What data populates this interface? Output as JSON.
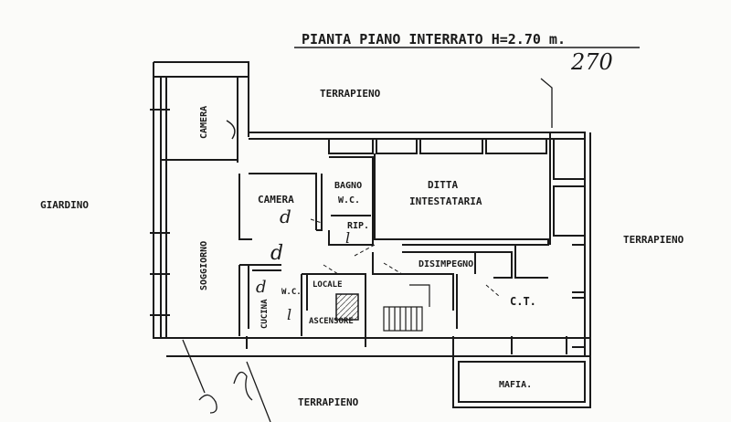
{
  "drawing": {
    "title": "PIANTA PIANO INTERRATO H=2.70 m.",
    "height_note": "270",
    "colors": {
      "ink": "#1a1a1a",
      "paper": "#fbfbf9"
    }
  },
  "rooms": {
    "camera_left": "CAMERA",
    "soggiorno": "SOGGIORNO",
    "camera": "CAMERA",
    "bagno": "BAGNO",
    "wc_top": "W.C.",
    "rip": "RIP.",
    "ditta": "DITTA",
    "intestataria": "INTESTATARIA",
    "disimpegno": "DISIMPEGNO",
    "cucina": "CUCINA",
    "wc_bottom": "W.C.",
    "locale": "LOCALE",
    "ascensore": "ASCENSORE",
    "ct": "C.T.",
    "mafia": "MAFIA."
  },
  "surroundings": {
    "giardino": "GIARDINO",
    "terrapieno_top": "TERRAPIENO",
    "terrapieno_right": "TERRAPIENO",
    "terrapieno_bottom": "TERRAPIENO"
  },
  "handwritten": {
    "mark_camera": "d",
    "mark_living": "d",
    "mark_cucina": "d",
    "mark_wc": "l",
    "mark_bagno": "l"
  }
}
